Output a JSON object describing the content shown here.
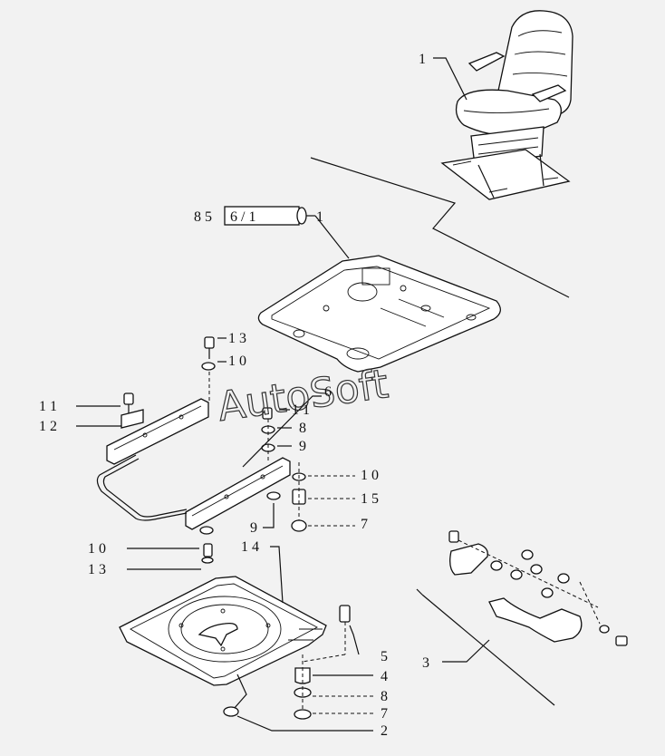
{
  "callouts": {
    "c1": "1",
    "c1b": "1",
    "ref_prefix": "8 5",
    "ref_box": "6 / 1",
    "c13a": "1 3",
    "c10a": "1 0",
    "c11a": "1 1",
    "c12": "1 2",
    "c6": "6",
    "c11b": "1 1",
    "c8a": "8",
    "c9a": "9",
    "c10b": "1 0",
    "c15": "1 5",
    "c9b": "9",
    "c7a": "7",
    "c10c": "1 0",
    "c13b": "1 3",
    "c14": "1 4",
    "c5": "5",
    "c4": "4",
    "c8b": "8",
    "c7b": "7",
    "c2": "2",
    "c3": "3"
  },
  "watermark": "AutoSoft"
}
